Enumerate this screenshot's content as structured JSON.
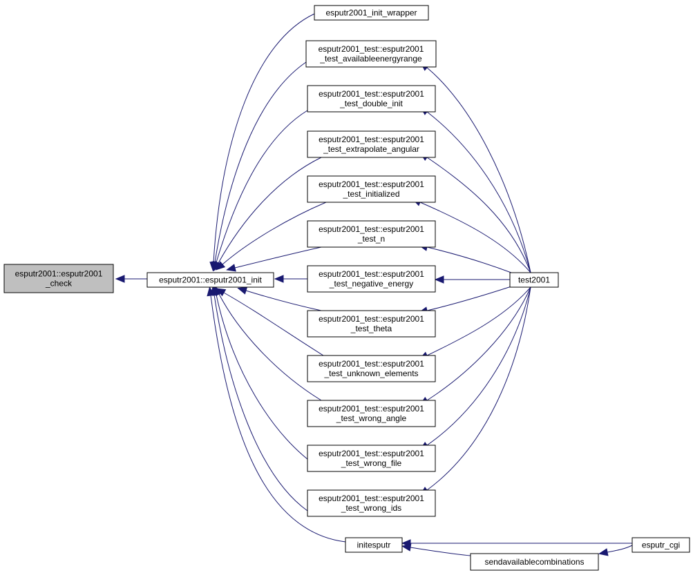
{
  "diagram": {
    "colors": {
      "edge": "#191970",
      "node_border": "#000000",
      "highlight_fill": "#bfbfbf",
      "background": "#ffffff"
    },
    "nodes": [
      {
        "id": "check",
        "lines": [
          "esputr2001::esputr2001",
          "_check"
        ],
        "highlight": true
      },
      {
        "id": "init",
        "lines": [
          "esputr2001::esputr2001_init"
        ]
      },
      {
        "id": "wrapper",
        "lines": [
          "esputr2001_init_wrapper"
        ]
      },
      {
        "id": "t_avail",
        "lines": [
          "esputr2001_test::esputr2001",
          "_test_availableenergyrange"
        ]
      },
      {
        "id": "t_double",
        "lines": [
          "esputr2001_test::esputr2001",
          "_test_double_init"
        ]
      },
      {
        "id": "t_extrap",
        "lines": [
          "esputr2001_test::esputr2001",
          "_test_extrapolate_angular"
        ]
      },
      {
        "id": "t_initd",
        "lines": [
          "esputr2001_test::esputr2001",
          "_test_initialized"
        ]
      },
      {
        "id": "t_n",
        "lines": [
          "esputr2001_test::esputr2001",
          "_test_n"
        ]
      },
      {
        "id": "t_neg",
        "lines": [
          "esputr2001_test::esputr2001",
          "_test_negative_energy"
        ]
      },
      {
        "id": "t_theta",
        "lines": [
          "esputr2001_test::esputr2001",
          "_test_theta"
        ]
      },
      {
        "id": "t_unk",
        "lines": [
          "esputr2001_test::esputr2001",
          "_test_unknown_elements"
        ]
      },
      {
        "id": "t_angle",
        "lines": [
          "esputr2001_test::esputr2001",
          "_test_wrong_angle"
        ]
      },
      {
        "id": "t_file",
        "lines": [
          "esputr2001_test::esputr2001",
          "_test_wrong_file"
        ]
      },
      {
        "id": "t_ids",
        "lines": [
          "esputr2001_test::esputr2001",
          "_test_wrong_ids"
        ]
      },
      {
        "id": "test2001",
        "lines": [
          "test2001"
        ]
      },
      {
        "id": "initesputr",
        "lines": [
          "initesputr"
        ]
      },
      {
        "id": "sendavail",
        "lines": [
          "sendavailablecombinations"
        ]
      },
      {
        "id": "esputr_cgi",
        "lines": [
          "esputr_cgi"
        ]
      }
    ],
    "edges": [
      {
        "from": "init",
        "to": "check"
      },
      {
        "from": "wrapper",
        "to": "init"
      },
      {
        "from": "t_avail",
        "to": "init"
      },
      {
        "from": "t_double",
        "to": "init"
      },
      {
        "from": "t_extrap",
        "to": "init"
      },
      {
        "from": "t_initd",
        "to": "init"
      },
      {
        "from": "t_n",
        "to": "init"
      },
      {
        "from": "t_neg",
        "to": "init"
      },
      {
        "from": "t_theta",
        "to": "init"
      },
      {
        "from": "t_unk",
        "to": "init"
      },
      {
        "from": "t_angle",
        "to": "init"
      },
      {
        "from": "t_file",
        "to": "init"
      },
      {
        "from": "t_ids",
        "to": "init"
      },
      {
        "from": "initesputr",
        "to": "init"
      },
      {
        "from": "test2001",
        "to": "t_avail"
      },
      {
        "from": "test2001",
        "to": "t_double"
      },
      {
        "from": "test2001",
        "to": "t_extrap"
      },
      {
        "from": "test2001",
        "to": "t_initd"
      },
      {
        "from": "test2001",
        "to": "t_n"
      },
      {
        "from": "test2001",
        "to": "t_neg"
      },
      {
        "from": "test2001",
        "to": "t_theta"
      },
      {
        "from": "test2001",
        "to": "t_unk"
      },
      {
        "from": "test2001",
        "to": "t_angle"
      },
      {
        "from": "test2001",
        "to": "t_file"
      },
      {
        "from": "test2001",
        "to": "t_ids"
      },
      {
        "from": "esputr_cgi",
        "to": "initesputr"
      },
      {
        "from": "esputr_cgi",
        "to": "sendavail"
      },
      {
        "from": "sendavail",
        "to": "initesputr"
      }
    ]
  }
}
